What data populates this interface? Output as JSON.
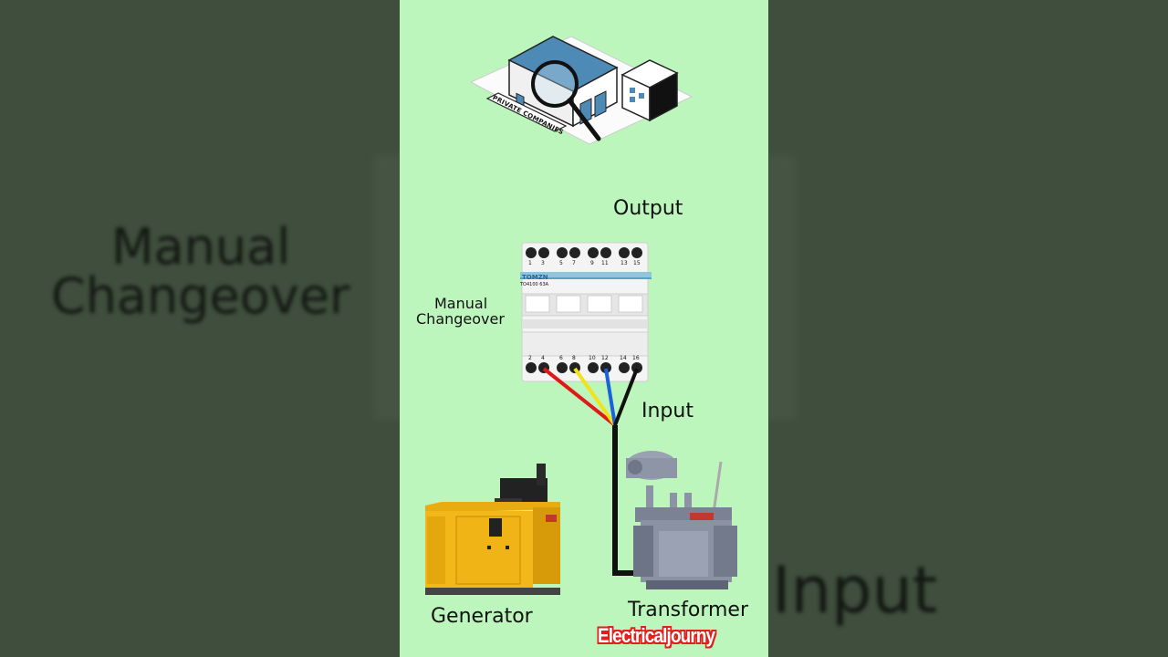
{
  "background_text": {
    "left_title_line1": "Manual",
    "left_title_line2": "Changeover",
    "right_word": "Input"
  },
  "diagram": {
    "building_sign": "PRIVATE COMPANIES",
    "output_label": "Output",
    "changeover_label_line1": "Manual",
    "changeover_label_line2": "Changeover",
    "input_label": "Input",
    "generator_label": "Generator",
    "transformer_label": "Transformer",
    "switch_brand": "TOMZN",
    "switch_model": "TO4100 63A",
    "top_terminals": [
      "1",
      "3",
      "5",
      "7",
      "9",
      "11",
      "13",
      "15"
    ],
    "bottom_terminals": [
      "2",
      "4",
      "6",
      "8",
      "10",
      "12",
      "14",
      "16"
    ],
    "wire_colors": {
      "red": "#e01818",
      "yellow": "#f2e21a",
      "blue": "#1b63d8",
      "black": "#111111"
    },
    "background_color": "#bdf6bd"
  },
  "watermark": "Electricaljourny"
}
